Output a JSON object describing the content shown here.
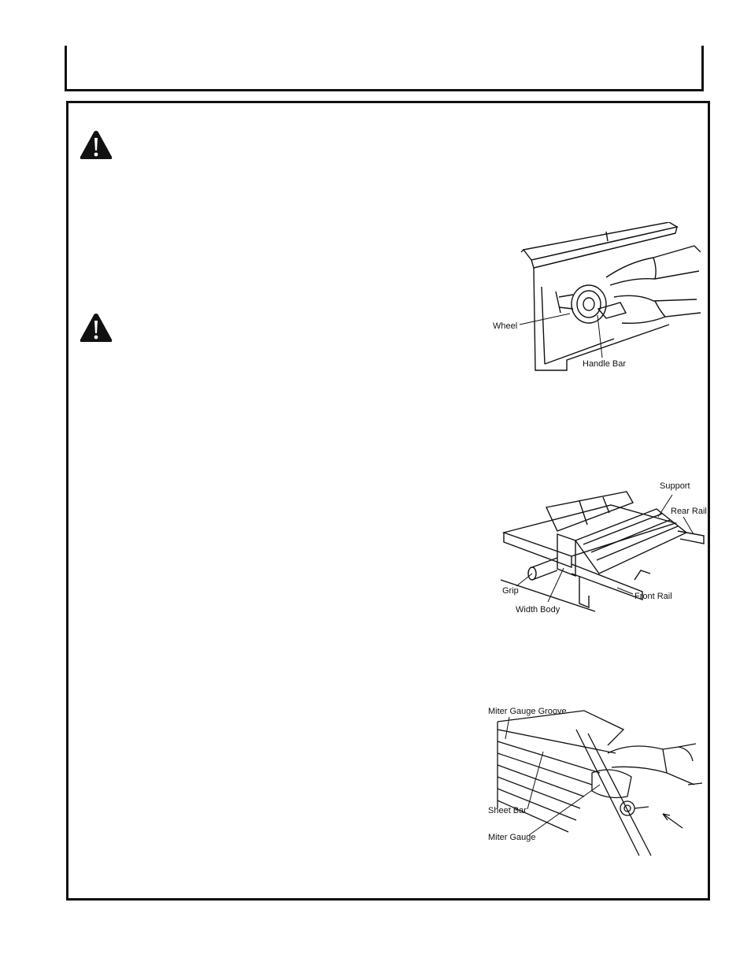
{
  "icons": {
    "warning_1": "warning-triangle-icon",
    "warning_2": "warning-triangle-icon"
  },
  "figure1": {
    "labels": {
      "wheel": "Wheel",
      "handle_bar": "Handle Bar"
    }
  },
  "figure2": {
    "labels": {
      "support": "Support",
      "rear_rail": "Rear Rail",
      "grip": "Grip",
      "front_rail": "Front Rail",
      "width_body": "Width Body"
    }
  },
  "figure3": {
    "labels": {
      "miter_gauge_groove": "Miter Gauge Groove",
      "sheet_bar": "Sheet Bar",
      "miter_gauge": "Miter Gauge"
    }
  }
}
